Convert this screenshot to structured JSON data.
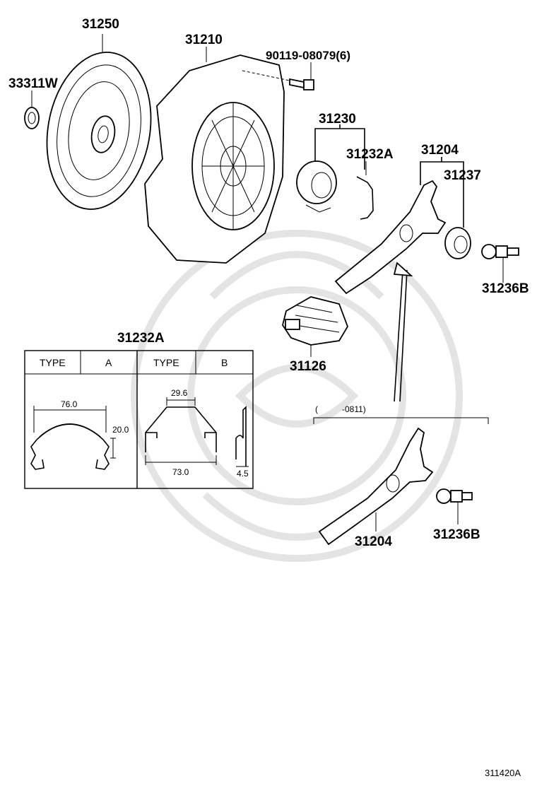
{
  "labels": {
    "p33311W": "33311W",
    "p31250": "31250",
    "p31210": "31210",
    "p90119": "90119-08079(6)",
    "p31230": "31230",
    "p31232A": "31232A",
    "p31204_top": "31204",
    "p31237": "31237",
    "p31236B_top": "31236B",
    "p31126": "31126",
    "p31204_bottom": "31204",
    "p31236B_bottom": "31236B"
  },
  "inset": {
    "title": "31232A",
    "headers": [
      "TYPE",
      "A",
      "TYPE",
      "B"
    ],
    "dims_a": [
      "76.0",
      "20.0"
    ],
    "dims_b": [
      "29.6",
      "73.0",
      "4.5"
    ]
  },
  "variant_note": {
    "open": "(",
    "range": "-0811)"
  },
  "diagram_code": "311420A"
}
